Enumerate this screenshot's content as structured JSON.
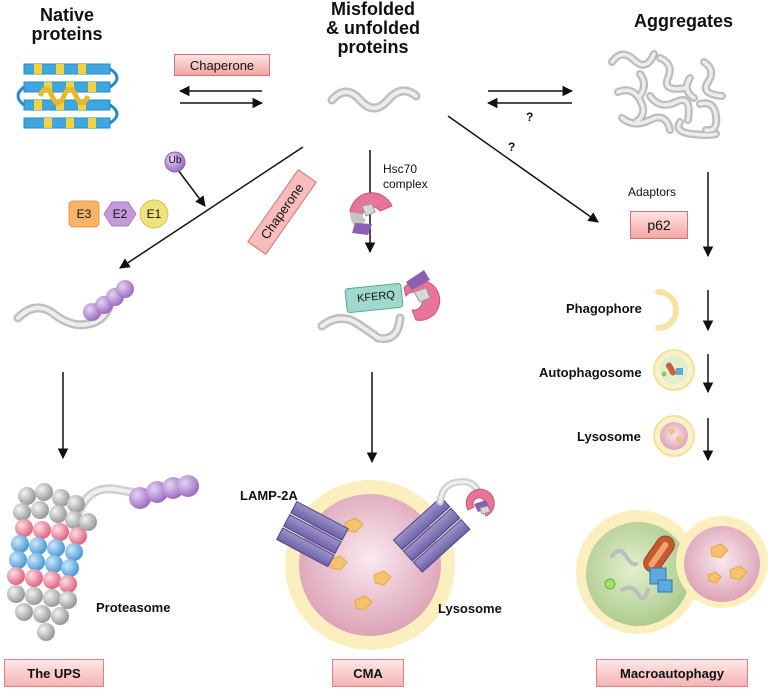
{
  "headers": {
    "native": [
      "Native",
      "proteins"
    ],
    "misfolded": [
      "Misfolded",
      "& unfolded",
      "proteins"
    ],
    "aggregates": "Aggregates"
  },
  "chaperone_top": "Chaperone",
  "chaperone_diag": "Chaperone",
  "question_marks": [
    "?",
    "?"
  ],
  "ub": "Ub",
  "enzymes": [
    "E3",
    "E2",
    "E1"
  ],
  "hsc70": [
    "Hsc70",
    "complex"
  ],
  "adaptors": "Adaptors",
  "p62": "p62",
  "kferq": "KFERQ",
  "autophagy_steps": [
    "Phagophore",
    "Autophagosome",
    "Lysosome"
  ],
  "lamp": "LAMP-2A",
  "proteasome": "Proteasome",
  "lysosome_cma": "Lysosome",
  "pathways": [
    "The UPS",
    "CMA",
    "Macroautophagy"
  ]
}
